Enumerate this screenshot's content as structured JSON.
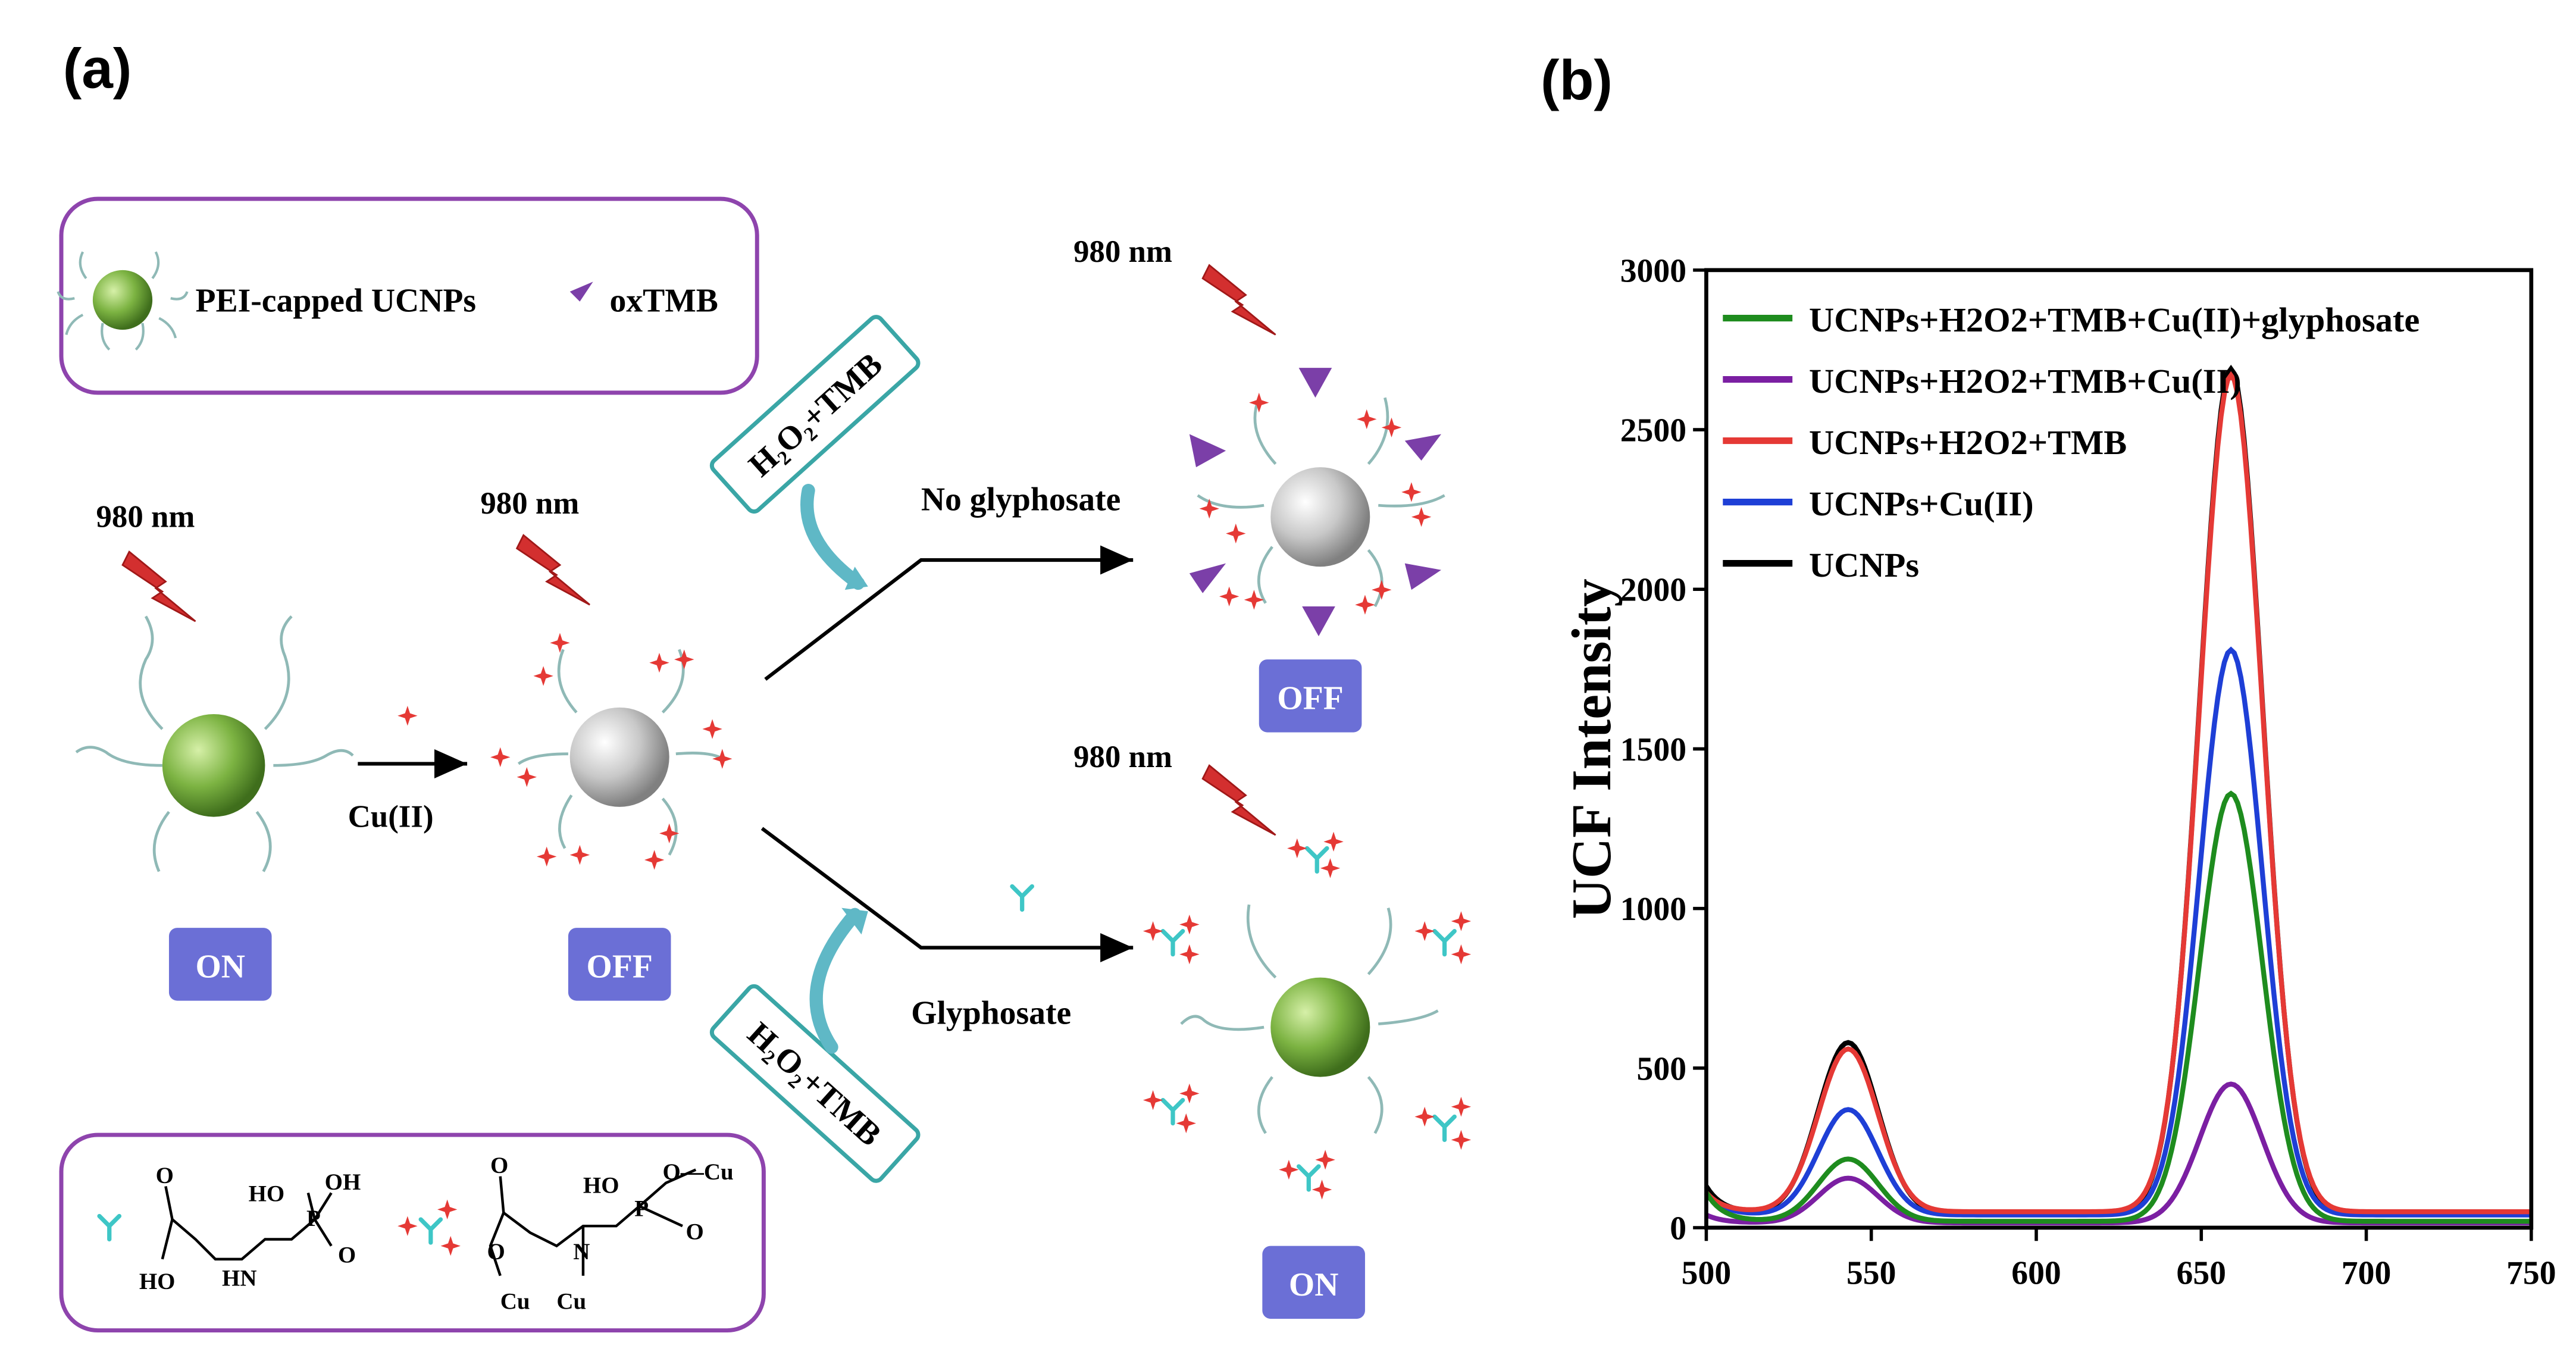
{
  "panel_a": {
    "label": "(a)",
    "legend_top": {
      "ucnp_label": "PEI-capped UCNPs",
      "oxtmb_label": "oxTMB"
    },
    "laser_label": "980 nm",
    "reagent_box": "H₂O₂+TMB",
    "cu_label": "Cu(II)",
    "branch_no": "No glyphosate",
    "branch_yes": "Glyphosate",
    "state_on": "ON",
    "state_off": "OFF",
    "chem": {
      "oh": "OH",
      "ho": "HO",
      "hn": "HN",
      "o": "O",
      "p": "P",
      "n": "N",
      "cu": "Cu",
      "o_cu": "O—Cu"
    },
    "colors": {
      "green_sphere": "#7cb342",
      "gray_sphere": "#bdbdbd",
      "badge": "#6b6fd6",
      "teal": "#3aa6a6",
      "purple_box": "#8e44ad",
      "red": "#e53935"
    }
  },
  "panel_b": {
    "label": "(b)",
    "chart_data": {
      "type": "line",
      "xlabel": "",
      "ylabel": "UCF Intensity",
      "xlim": [
        500,
        750
      ],
      "ylim": [
        0,
        3000
      ],
      "xticks": [
        500,
        550,
        600,
        650,
        700,
        750
      ],
      "yticks": [
        0,
        500,
        1000,
        1500,
        2000,
        2500,
        3000
      ],
      "legend_position": "top-left",
      "series": [
        {
          "name": "UCNPs+H2O2+TMB+Cu(II)+glyphosate",
          "color": "#1e8c1e",
          "peak1": 215,
          "peak2": 1360,
          "base": 20,
          "base_left": 110
        },
        {
          "name": "UCNPs+H2O2+TMB+Cu(II)",
          "color": "#7b1fa2",
          "peak1": 155,
          "peak2": 450,
          "base": 15,
          "base_left": 40
        },
        {
          "name": "UCNPs+H2O2+TMB",
          "color": "#e53935",
          "peak1": 560,
          "peak2": 2670,
          "base": 50,
          "base_left": 110
        },
        {
          "name": "UCNPs+Cu(II)",
          "color": "#1e3fd6",
          "peak1": 370,
          "peak2": 1810,
          "base": 40,
          "base_left": 110
        },
        {
          "name": "UCNPs",
          "color": "#000000",
          "peak1": 580,
          "peak2": 2690,
          "base": 45,
          "base_left": 130
        }
      ]
    }
  }
}
